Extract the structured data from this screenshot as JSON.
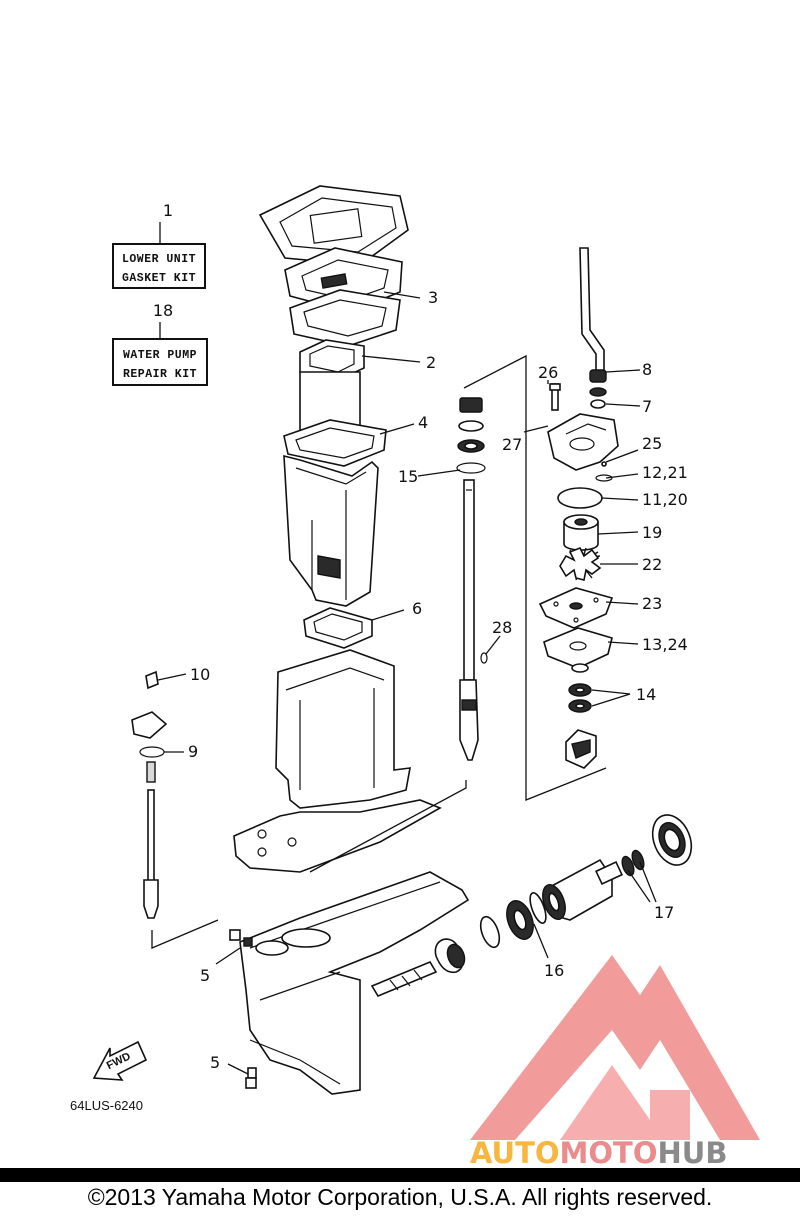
{
  "kits": {
    "lower_unit": {
      "number": "1",
      "line1": "LOWER UNIT",
      "line2": "GASKET KIT"
    },
    "water_pump": {
      "number": "18",
      "line1": "WATER PUMP",
      "line2": "REPAIR KIT"
    }
  },
  "callouts": {
    "c2": "2",
    "c3": "3",
    "c4": "4",
    "c5a": "5",
    "c5b": "5",
    "c6": "6",
    "c7": "7",
    "c8": "8",
    "c9": "9",
    "c10": "10",
    "c11_20": "11,20",
    "c12_21": "12,21",
    "c13_24": "13,24",
    "c14": "14",
    "c15": "15",
    "c16": "16",
    "c17": "17",
    "c19": "19",
    "c22": "22",
    "c23": "23",
    "c25": "25",
    "c26": "26",
    "c27": "27",
    "c28": "28"
  },
  "fwd_label": "FWD",
  "diagram_code": "64LUS-6240",
  "watermark": {
    "part1": "AUTO",
    "part2": "MOTO",
    "part3": "HUB",
    "colors": {
      "auto": "#f6b63f",
      "moto": "#ec8b8b",
      "hub": "#8a8a8a",
      "triangle": "#f08080"
    }
  },
  "copyright": "©2013 Yamaha Motor Corporation, U.S.A. All rights reserved."
}
